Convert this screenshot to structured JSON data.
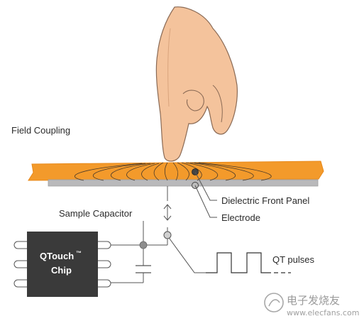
{
  "labels": {
    "field_coupling": "Field Coupling",
    "dielectric_front_panel": "Dielectric Front Panel",
    "electrode": "Electrode",
    "sample_capacitor": "Sample Capacitor",
    "qt_pulses": "QT pulses",
    "chip_line1": "QTouch",
    "chip_tm": "™",
    "chip_line2": "Chip"
  },
  "watermark": {
    "text": "电子发烧友",
    "url": "www.elecfans.com"
  },
  "colors": {
    "panel": "#f39a2b",
    "electrode": "#b9b9bb",
    "chip": "#3a3a3a",
    "node": "#8e8e8e",
    "skin": "#f4c39c",
    "skin_outline": "#8a6a55",
    "lines": "#555555"
  }
}
